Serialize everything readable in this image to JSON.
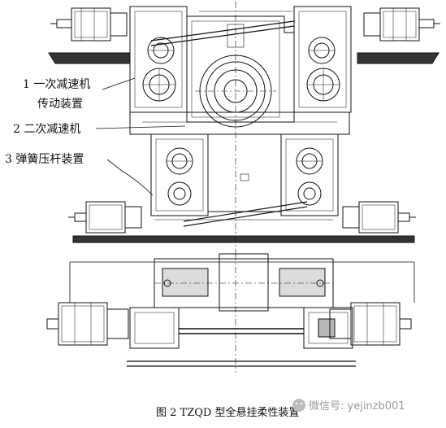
{
  "labels": {
    "l1a": "1 一次减速机",
    "l1b": "传动装置",
    "l2": "2 二次减速机",
    "l3": "3 弹簧压杆装置"
  },
  "caption": "图 2    TZQD 型全悬挂柔性装置",
  "watermark": "微信号: yejinzb001",
  "colors": {
    "line": "#111111",
    "background": "#ffffff",
    "watermark": "#9a9a9a"
  }
}
